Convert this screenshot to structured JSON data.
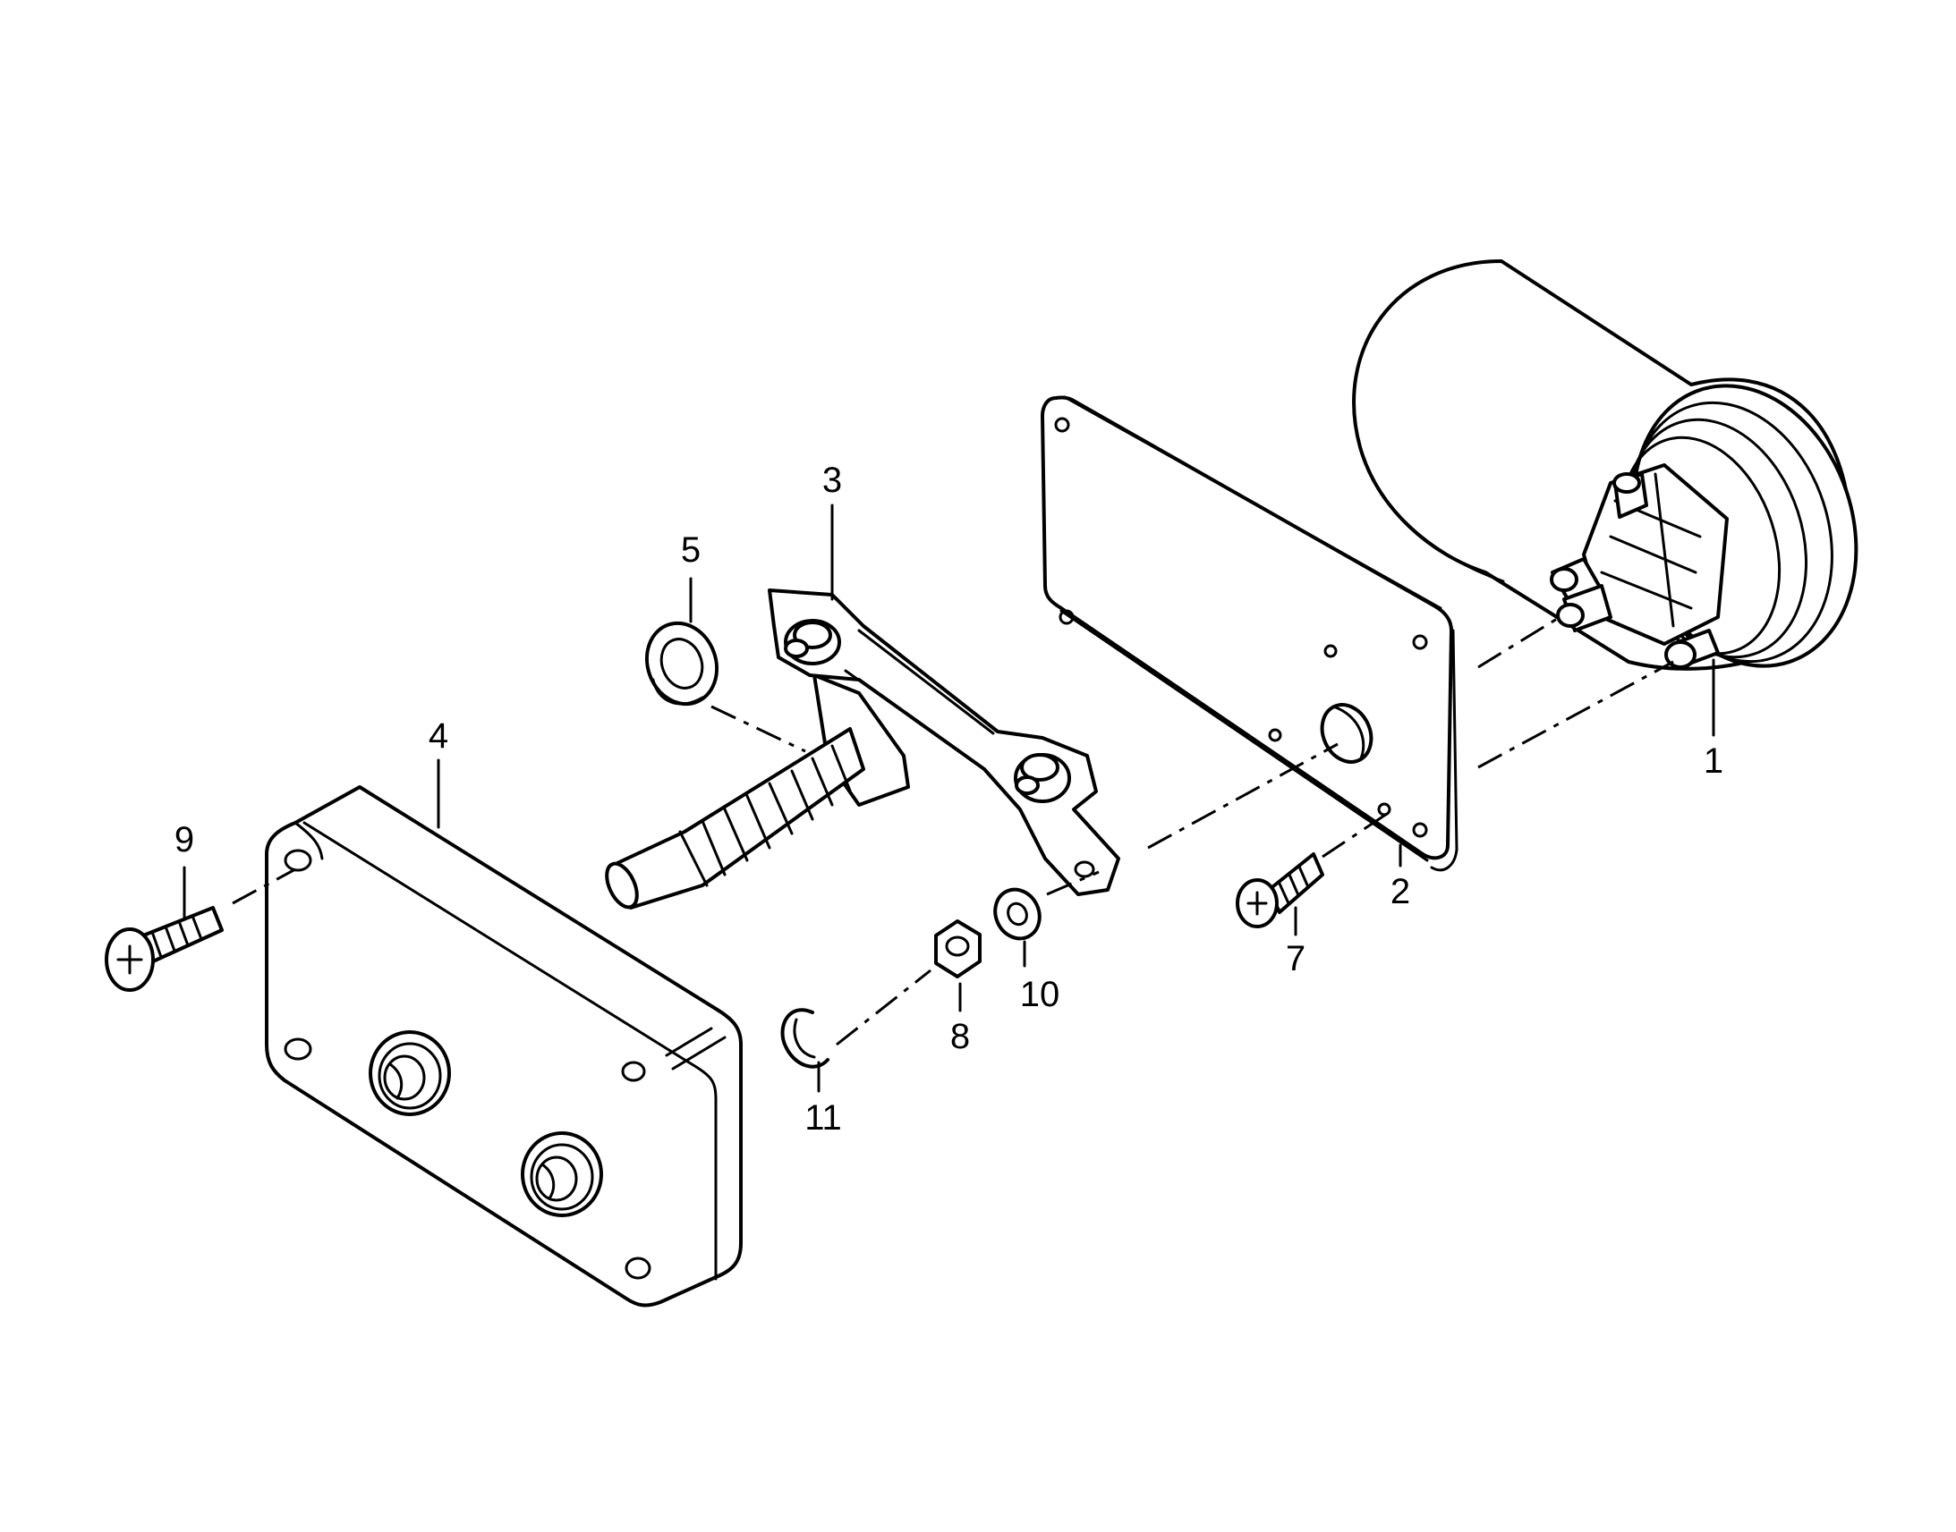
{
  "diagram": {
    "type": "exploded-parts-view",
    "colors": {
      "line": "#000000",
      "background": "#ffffff"
    },
    "callouts": [
      {
        "id": "1",
        "label": "1",
        "part": "motor-housing"
      },
      {
        "id": "2",
        "label": "2",
        "part": "gasket-plate"
      },
      {
        "id": "3",
        "label": "3",
        "part": "worm-shaft-linkage"
      },
      {
        "id": "4",
        "label": "4",
        "part": "gearbox-cover"
      },
      {
        "id": "5",
        "label": "5",
        "part": "shaft-washer"
      },
      {
        "id": "7",
        "label": "7",
        "part": "plate-screw"
      },
      {
        "id": "8",
        "label": "8",
        "part": "hex-nut"
      },
      {
        "id": "9",
        "label": "9",
        "part": "cover-screw"
      },
      {
        "id": "10",
        "label": "10",
        "part": "small-washer"
      },
      {
        "id": "11",
        "label": "11",
        "part": "split-ring"
      }
    ]
  }
}
